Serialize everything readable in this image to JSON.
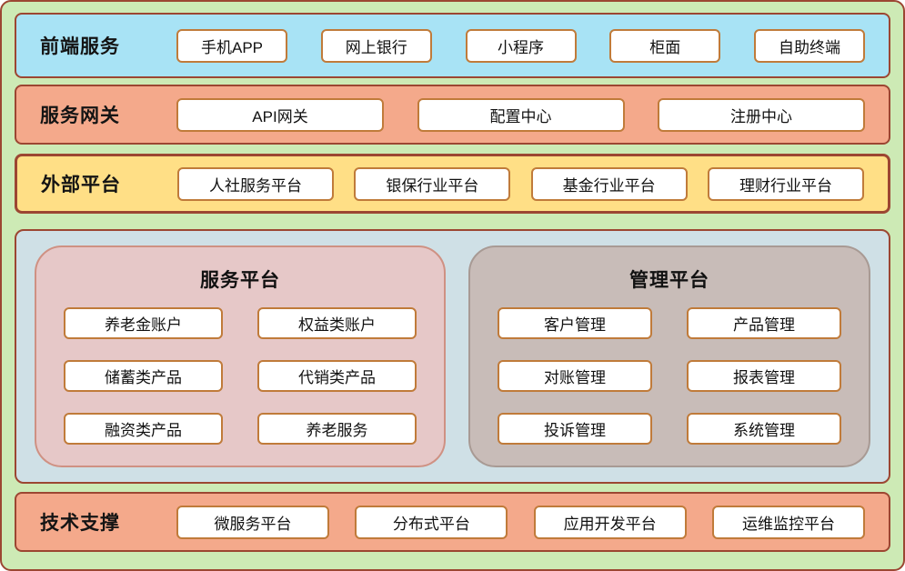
{
  "layers": [
    {
      "label": "前端服务",
      "items": [
        "手机APP",
        "网上银行",
        "小程序",
        "柜面",
        "自助终端"
      ]
    },
    {
      "label": "服务网关",
      "items": [
        "API网关",
        "配置中心",
        "注册中心"
      ]
    },
    {
      "label": "外部平台",
      "items": [
        "人社服务平台",
        "银保行业平台",
        "基金行业平台",
        "理财行业平台"
      ]
    },
    {
      "label": "技术支撑",
      "items": [
        "微服务平台",
        "分布式平台",
        "应用开发平台",
        "运维监控平台"
      ]
    }
  ],
  "platforms": [
    {
      "title": "服务平台",
      "items": [
        "养老金账户",
        "权益类账户",
        "储蓄类产品",
        "代销类产品",
        "融资类产品",
        "养老服务"
      ]
    },
    {
      "title": "管理平台",
      "items": [
        "客户管理",
        "产品管理",
        "对账管理",
        "报表管理",
        "投诉管理",
        "系统管理"
      ]
    }
  ],
  "colors": {
    "background": "#cdeab5",
    "frontend_bg": "#a8e3f5",
    "gateway_bg": "#f4a98b",
    "external_bg": "#ffdf86",
    "core_bg": "#cfe0e6",
    "service_panel_bg": "#e6c8c8",
    "service_panel_border": "#cf9183",
    "management_panel_bg": "#c8bcb8",
    "management_panel_border": "#a89a94",
    "support_bg": "#f4a98b",
    "row_border": "#9c4632",
    "item_border": "#c07b3a"
  }
}
